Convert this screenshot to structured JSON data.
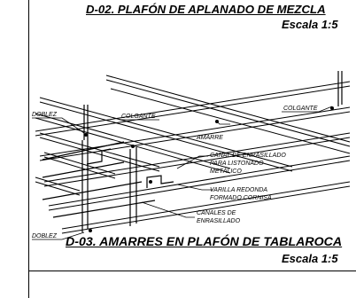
{
  "detail_top": {
    "title": "D-02. PLAFÓN DE APLANADO DE MEZCLA",
    "scale": "Escala 1:5"
  },
  "detail_bottom": {
    "title": "D-03. AMARRES EN PLAFÓN DE TABLAROCA",
    "scale": "Escala 1:5"
  },
  "labels": {
    "doblez_top": "DOBLEZ",
    "colgante_left": "COLGANTE",
    "colgante_right": "COLGANTE",
    "amarre": "AMARRE",
    "canal_1": "CANAL DE ENRASILLADO",
    "canal_2": "PARA LISTONADO",
    "canal_3": "METÁLICO",
    "varilla_1": "VARILLA REDONDA",
    "varilla_2": "FORMADO CORNISA",
    "canales_1": "CANALES DE",
    "canales_2": "ENRASILLADO",
    "doblez_bottom": "DOBLEZ"
  }
}
